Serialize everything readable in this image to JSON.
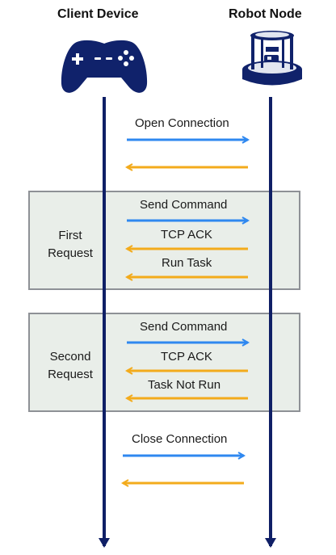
{
  "participants": {
    "client": "Client Device",
    "robot": "Robot Node"
  },
  "messages": {
    "open": "Open Connection",
    "first_send": "Send Command",
    "first_ack": "TCP ACK",
    "first_run": "Run Task",
    "second_send": "Send Command",
    "second_ack": "TCP ACK",
    "second_notrun": "Task Not Run",
    "close": "Close Connection"
  },
  "groups": {
    "first": [
      "First",
      "Request"
    ],
    "second": [
      "Second",
      "Request"
    ]
  },
  "colors": {
    "request_arrow": "#2f88f0",
    "response_arrow": "#f3ab1c",
    "lifeline": "#0f1f66",
    "group_fill": "#e9eee9",
    "group_border": "#8e9196"
  },
  "icons": {
    "client": "gamepad-icon",
    "robot": "robot-base-icon"
  }
}
